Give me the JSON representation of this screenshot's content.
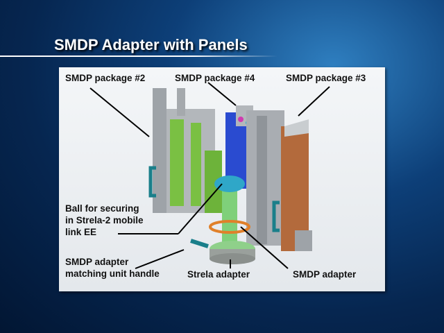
{
  "slide": {
    "title": "SMDP Adapter with Panels"
  },
  "labels": {
    "package2": "SMDP package #2",
    "package4": "SMDP package #4",
    "package3": "SMDP package #3",
    "ball": "Ball for securing\nin Strela-2 mobile\nlink EE",
    "handle": "SMDP adapter\nmatching unit handle",
    "strela": "Strela adapter",
    "smdp_adapter": "SMDP adapter"
  }
}
